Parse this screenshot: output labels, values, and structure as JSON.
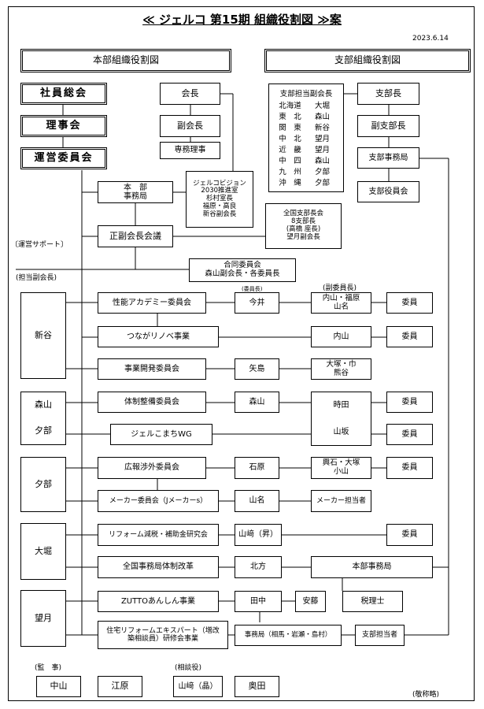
{
  "title": "≪ ジェルコ 第15期 組織役割図 ≫案",
  "date": "2023.6.14",
  "headers": {
    "honbu": "本部組織役割図",
    "shibu": "支部組織役割図"
  },
  "left_col": {
    "sokai": "社員総会",
    "rijikai": "理事会",
    "unei": "運営委員会"
  },
  "officers": {
    "kaicho": "会長",
    "fukukaicho": "副会長",
    "senmu": "専務理事"
  },
  "jelco_vision": [
    "ジェルコビジョン",
    "2030推進室",
    "杉村室長",
    "福原・高良",
    "新谷副会長"
  ],
  "honbu_jimukyoku": [
    "本　部",
    "事務局"
  ],
  "sei_fuku_kaigi": "正副会長会議",
  "zenkoku": [
    "全国支部長会",
    "8支部長",
    "(高橋 座長)",
    "望月副会長"
  ],
  "godo": [
    "合同委員会",
    "森山副会長・各委員長"
  ],
  "side_labels": {
    "unei_support": "〔運営サポート〕",
    "tanto_fuku": "(担当副会長)",
    "kansa": "(監　事)",
    "sodan": "(相談役)",
    "keisho": "(敬称略)",
    "iincho": "(委員長)",
    "fuku_iincho": "(副委員長)"
  },
  "branch": {
    "header": "支部担当副会長",
    "pairs": [
      [
        "北海道",
        "大堀"
      ],
      [
        "東　北",
        "森山"
      ],
      [
        "関　東",
        "新谷"
      ],
      [
        "中　北",
        "望月"
      ],
      [
        "近　畿",
        "望月"
      ],
      [
        "中　四",
        "森山"
      ],
      [
        "九　州",
        "夕部"
      ],
      [
        "沖　縄",
        "夕部"
      ]
    ],
    "shibucho": "支部長",
    "fukushibucho": "副支部長",
    "jimukyoku": "支部事務局",
    "yakuin": "支部役員会"
  },
  "groups": {
    "niiya": "新谷",
    "moriyama": "森山",
    "yube1": "夕部",
    "yube2": "夕部",
    "ohori": "大堀",
    "mochizuki": "望月"
  },
  "committees": [
    {
      "name": "性能アカデミー委員会",
      "chair": "今井",
      "vice": [
        "内山・福原",
        "山名"
      ],
      "member": "委員"
    },
    {
      "name": "つながリノベ事業",
      "vice": [
        "内山"
      ],
      "member": "委員"
    },
    {
      "name": "事業開発委員会",
      "chair": "矢島",
      "vice": [
        "大塚・巾",
        "熊谷"
      ]
    },
    {
      "name": "体制整備委員会",
      "chair": "森山",
      "vice": [
        "時田"
      ],
      "member": "委員"
    },
    {
      "name": "ジェルこまちWG",
      "vice": [
        "山坂"
      ],
      "member": "委員"
    },
    {
      "name": "広報渉外委員会",
      "chair": "石原",
      "vice": [
        "興石・大塚",
        "小山"
      ],
      "member": "委員"
    },
    {
      "name": "メーカー委員会（Jメーカーs）",
      "chair": "山名",
      "vice": [
        "メーカー担当者"
      ]
    },
    {
      "name": "リフォーム減税・補助金研究会",
      "chair": "山﨑（昇）",
      "member": "委員"
    },
    {
      "name": "全国事務局体制改革",
      "chair": "北方",
      "vice": [
        "本部事務局"
      ]
    },
    {
      "name": "ZUTTOあんしん事業",
      "chair": "田中",
      "vice": [
        "安藤"
      ],
      "extra": "税理士"
    },
    {
      "name": "住宅リフォームエキスパート（増改築相談員）研修会事業",
      "chair": "事務局（相馬・岩瀬・島村）",
      "vice": [
        "支部担当者"
      ]
    }
  ],
  "auditors": [
    "中山",
    "江原"
  ],
  "advisors": [
    "山﨑（晶）",
    "奥田"
  ]
}
